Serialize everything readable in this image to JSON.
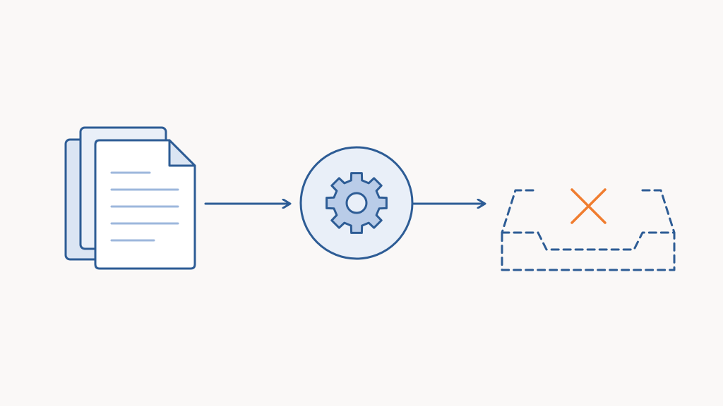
{
  "colors": {
    "background": "#faf8f7",
    "stroke": "#2d5c95",
    "fill_light": "#e9eff8",
    "fill_mid": "#dbe5f3",
    "gear_fill": "#b9cce8",
    "text_lines": "#9db7dc",
    "error": "#f07d2f"
  },
  "nodes": [
    {
      "name": "input-documents",
      "icon": "documents-stack-icon"
    },
    {
      "name": "process",
      "icon": "gear-icon"
    },
    {
      "name": "output",
      "icon": "empty-tray-icon",
      "status_icon": "x-mark-icon"
    }
  ],
  "edges": [
    {
      "from": "input-documents",
      "to": "process"
    },
    {
      "from": "process",
      "to": "output"
    }
  ]
}
